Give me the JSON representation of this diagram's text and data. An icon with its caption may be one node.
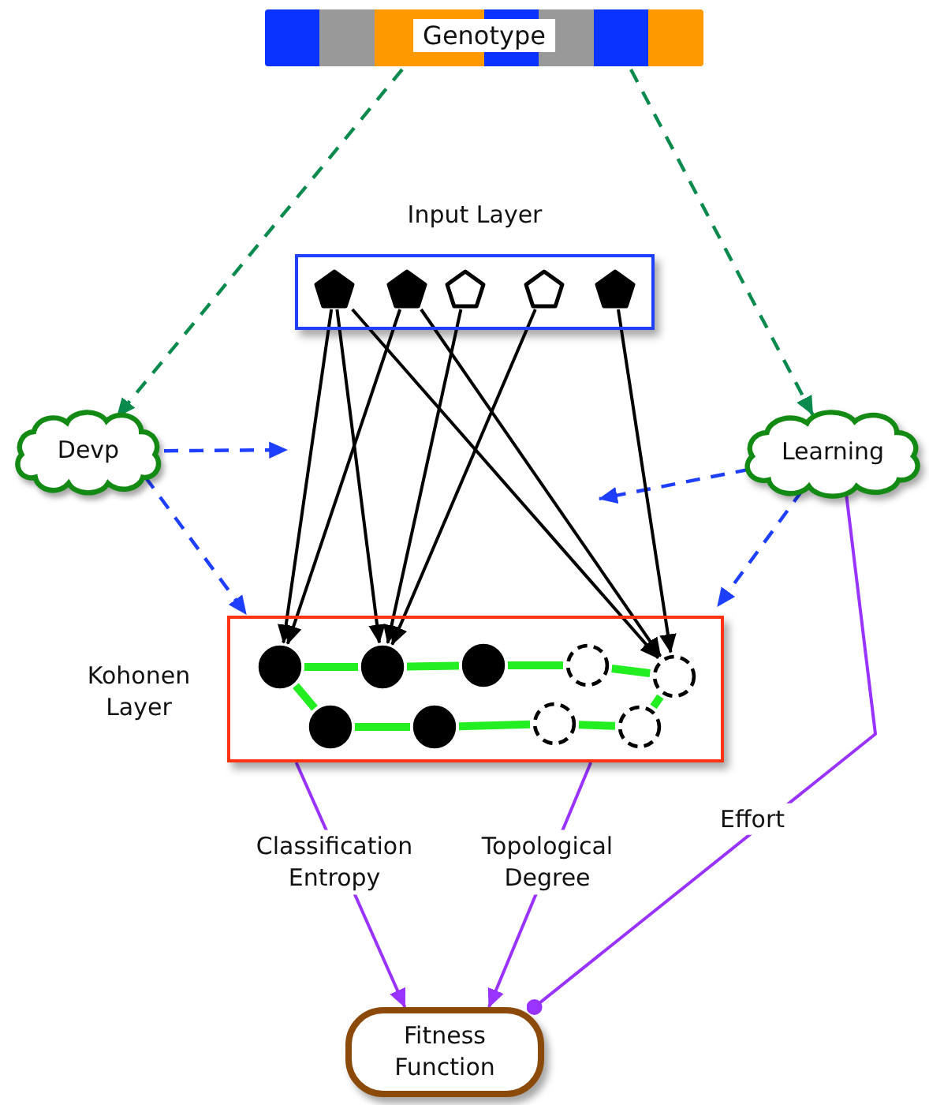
{
  "diagram": {
    "nodes": [
      {
        "text": [
          "Genotype"
        ]
      },
      {
        "text": [
          "Input Layer"
        ]
      },
      {
        "text": [],
        "shape": "pentagon",
        "in": 1
      },
      {
        "text": [],
        "shape": "pentagon",
        "in": 1
      },
      {
        "text": [],
        "shape": "pentagon",
        "in": 1
      },
      {
        "text": [],
        "shape": "pentagon",
        "in": 1
      },
      {
        "text": [],
        "shape": "pentagon",
        "in": 1
      },
      {
        "text": [
          "Devp"
        ]
      },
      {
        "text": [
          "Learning"
        ]
      },
      {
        "text": [
          "Kohonen Layer"
        ]
      },
      {
        "text": [],
        "shape": "circle",
        "in": 9
      },
      {
        "text": [],
        "shape": "circle",
        "in": 9
      },
      {
        "text": [],
        "shape": "circle",
        "in": 9
      },
      {
        "text": [],
        "shape": "circle",
        "in": 9
      },
      {
        "text": [],
        "shape": "circle",
        "in": 9
      },
      {
        "text": [],
        "shape": "circle",
        "in": 9
      },
      {
        "text": [],
        "shape": "circle",
        "in": 9
      },
      {
        "text": [],
        "shape": "circle",
        "in": 9
      },
      {
        "text": [],
        "shape": "circle",
        "in": 9
      },
      {
        "text": [
          "Fitness Function"
        ]
      }
    ],
    "edges": [
      {
        "from": 0,
        "to": 7,
        "arrow": "to",
        "style": "dashed",
        "color": "#0b8a4e"
      },
      {
        "from": 0,
        "to": 8,
        "arrow": "to",
        "style": "dashed",
        "color": "#0b8a4e"
      },
      {
        "from": 7,
        "to": null,
        "arrow": "to",
        "style": "dashed",
        "color": "#1f3fff"
      },
      {
        "from": 7,
        "to": 9,
        "arrow": "to",
        "style": "dashed",
        "color": "#1f3fff"
      },
      {
        "from": 8,
        "to": null,
        "arrow": "to",
        "style": "dashed",
        "color": "#1f3fff"
      },
      {
        "from": 8,
        "to": 9,
        "arrow": "to",
        "style": "dashed",
        "color": "#1f3fff"
      },
      {
        "from": 2,
        "to": 10,
        "arrow": "to",
        "color": "#000000"
      },
      {
        "from": 2,
        "to": 11,
        "arrow": "to",
        "color": "#000000"
      },
      {
        "from": 2,
        "to": 14,
        "arrow": "to",
        "color": "#000000"
      },
      {
        "from": 3,
        "to": 10,
        "arrow": "to",
        "color": "#000000"
      },
      {
        "from": 3,
        "to": 14,
        "arrow": "to",
        "color": "#000000"
      },
      {
        "from": 4,
        "to": 11,
        "arrow": "to",
        "color": "#000000"
      },
      {
        "from": 5,
        "to": 11,
        "arrow": "to",
        "color": "#000000"
      },
      {
        "from": 6,
        "to": 14,
        "arrow": "to",
        "color": "#000000"
      },
      {
        "from": 10,
        "to": 11,
        "arrow": "none",
        "style": "thick",
        "color": "#22ee22"
      },
      {
        "from": 11,
        "to": 12,
        "arrow": "none",
        "style": "thick",
        "color": "#22ee22"
      },
      {
        "from": 12,
        "to": 13,
        "arrow": "none",
        "style": "thick",
        "color": "#22ee22"
      },
      {
        "from": 13,
        "to": 14,
        "arrow": "none",
        "style": "thick",
        "color": "#22ee22"
      },
      {
        "from": 14,
        "to": 18,
        "arrow": "none",
        "style": "thick",
        "color": "#22ee22"
      },
      {
        "from": 18,
        "to": 17,
        "arrow": "none",
        "style": "thick",
        "color": "#22ee22"
      },
      {
        "from": 17,
        "to": 16,
        "arrow": "none",
        "style": "thick",
        "color": "#22ee22"
      },
      {
        "from": 16,
        "to": 15,
        "arrow": "none",
        "style": "thick",
        "color": "#22ee22"
      },
      {
        "from": 15,
        "to": 10,
        "arrow": "none",
        "style": "thick",
        "color": "#22ee22"
      },
      {
        "from": 9,
        "to": 19,
        "arrow": "to",
        "label": "Classification Entropy",
        "color": "#9933ff"
      },
      {
        "from": 9,
        "to": 19,
        "arrow": "to",
        "label": "Topological Degree",
        "color": "#9933ff"
      },
      {
        "from": 8,
        "to": 19,
        "arrow": "other",
        "label": "Effort",
        "color": "#9933ff"
      }
    ]
  }
}
